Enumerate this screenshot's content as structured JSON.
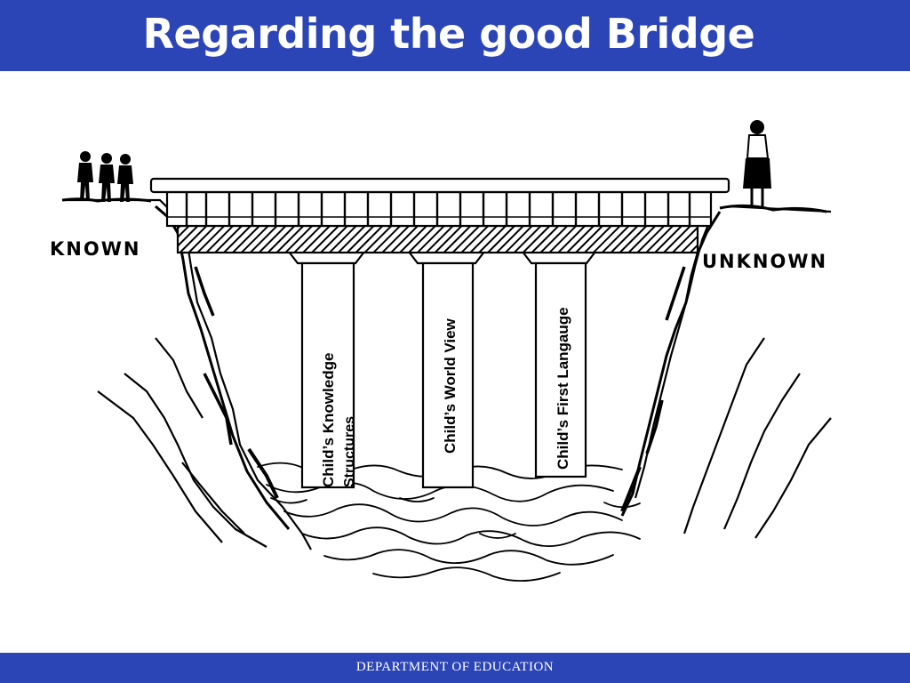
{
  "header": {
    "title": "Regarding the good Bridge"
  },
  "labels": {
    "known": "KNOWN",
    "unknown": "UNKNOWN"
  },
  "pillars": [
    {
      "line1": "Child’s Knowledge",
      "line2": "Structures"
    },
    {
      "line1": "Child’s World View"
    },
    {
      "line1": "Child’s First Langauge"
    }
  ],
  "footer": {
    "text": "DEPARTMENT OF EDUCATION"
  },
  "colors": {
    "banner": "#2c45b6",
    "ink": "#000000",
    "background": "#ffffff"
  }
}
